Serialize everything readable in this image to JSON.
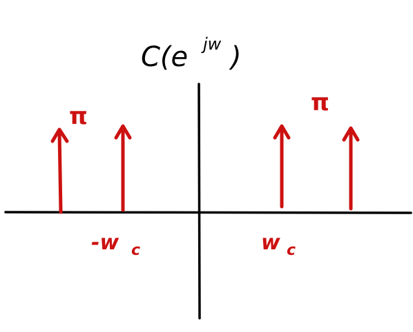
{
  "diagram": {
    "title": "C(e^{jw})",
    "title_main": "C(e",
    "title_sup": "jw",
    "title_close": ")",
    "impulse_amplitude_label": "π",
    "neg_cutoff_label": "-w",
    "neg_cutoff_sub": "c",
    "pos_cutoff_label": "w",
    "pos_cutoff_sub": "c",
    "colors": {
      "axes": "#000000",
      "impulses": "#cc1111"
    }
  }
}
